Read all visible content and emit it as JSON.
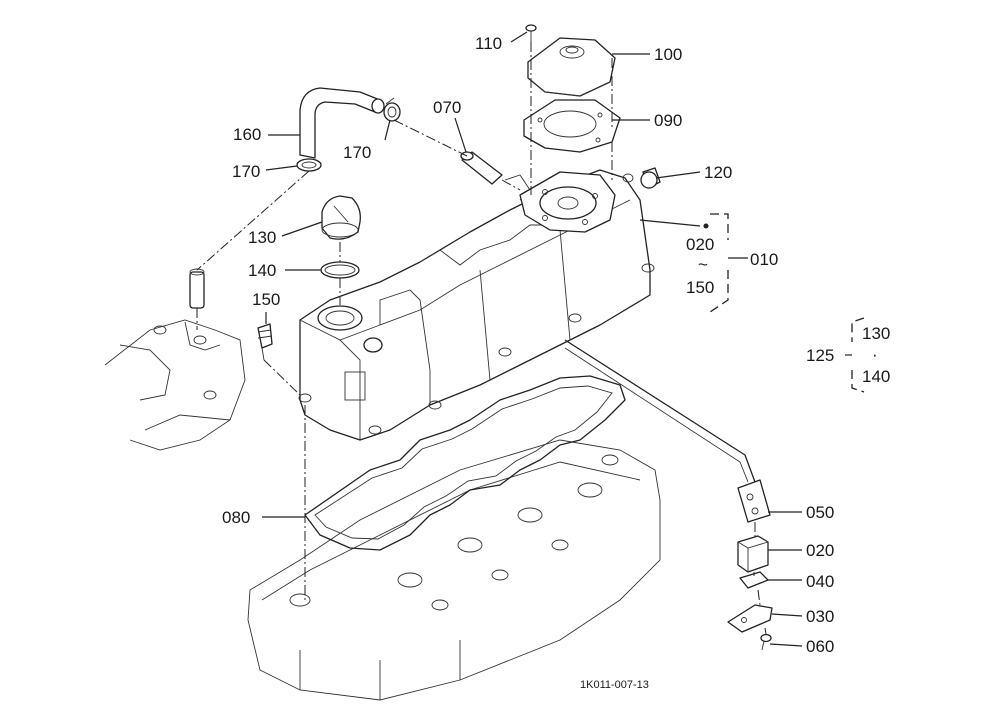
{
  "diagram": {
    "parts": [
      {
        "id": "p110",
        "label": "110"
      },
      {
        "id": "p100",
        "label": "100"
      },
      {
        "id": "p070",
        "label": "070"
      },
      {
        "id": "p090",
        "label": "090"
      },
      {
        "id": "p160",
        "label": "160"
      },
      {
        "id": "p170a",
        "label": "170"
      },
      {
        "id": "p170b",
        "label": "170"
      },
      {
        "id": "p120",
        "label": "120"
      },
      {
        "id": "p130",
        "label": "130"
      },
      {
        "id": "p140",
        "label": "140"
      },
      {
        "id": "p150",
        "label": "150"
      },
      {
        "id": "p080",
        "label": "080"
      },
      {
        "id": "p050",
        "label": "050"
      },
      {
        "id": "p020",
        "label": "020"
      },
      {
        "id": "p040",
        "label": "040"
      },
      {
        "id": "p030",
        "label": "030"
      },
      {
        "id": "p060",
        "label": "060"
      }
    ],
    "group_010": {
      "from": "020",
      "tilde": "~",
      "to": "150",
      "label": "010"
    },
    "group_125": {
      "label": "125",
      "item_a": "130",
      "dot": "·",
      "item_b": "140"
    },
    "drawing_code": "1K011-007-13"
  }
}
